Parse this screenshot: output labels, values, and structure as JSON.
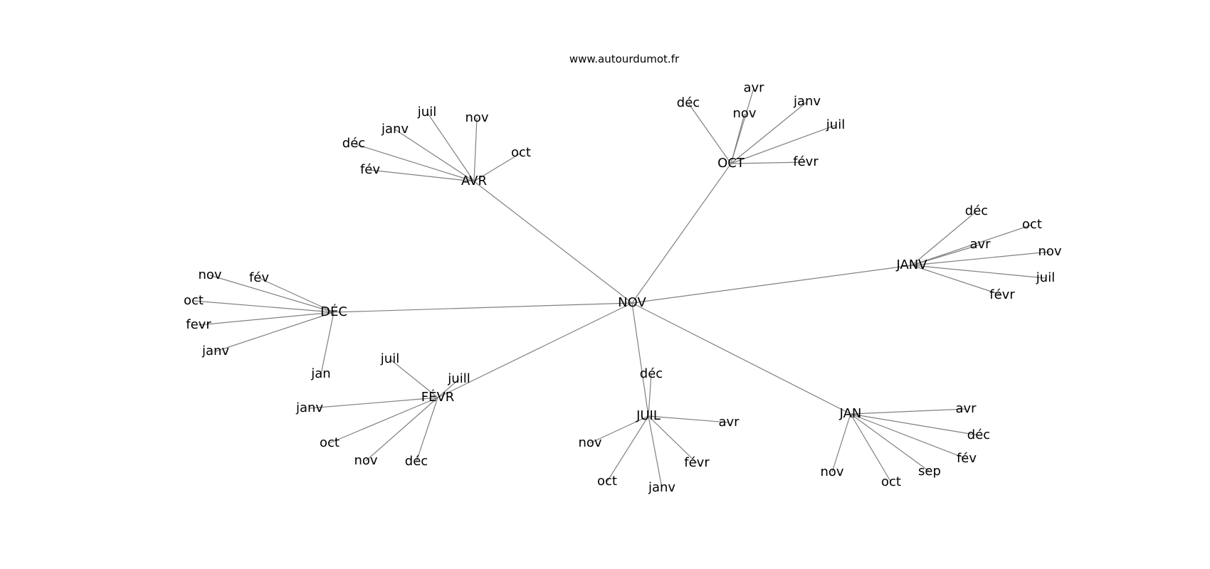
{
  "site_title": "www.autourdumot.fr",
  "center": {
    "id": "NOV",
    "label": "NOV"
  },
  "clusters": [
    {
      "id": "AVR",
      "label": "AVR",
      "leaves": [
        "fév",
        "déc",
        "janv",
        "juil",
        "nov",
        "oct"
      ]
    },
    {
      "id": "OCT",
      "label": "OCT",
      "leaves": [
        "déc",
        "avr",
        "nov",
        "janv",
        "juil",
        "févr"
      ]
    },
    {
      "id": "JANV",
      "label": "JANV",
      "leaves": [
        "déc",
        "oct",
        "avr",
        "nov",
        "juil",
        "févr"
      ]
    },
    {
      "id": "DEC",
      "label": "DÉC",
      "leaves": [
        "nov",
        "fév",
        "oct",
        "fevr",
        "janv",
        "jan"
      ]
    },
    {
      "id": "FEVR",
      "label": "FÉVR",
      "leaves": [
        "juil",
        "juill",
        "janv",
        "oct",
        "nov",
        "déc"
      ]
    },
    {
      "id": "JUIL",
      "label": "JUIL",
      "leaves": [
        "déc",
        "avr",
        "nov",
        "févr",
        "oct",
        "janv"
      ]
    },
    {
      "id": "JAN",
      "label": "JAN",
      "leaves": [
        "avr",
        "déc",
        "fév",
        "sep",
        "oct",
        "nov"
      ]
    }
  ]
}
